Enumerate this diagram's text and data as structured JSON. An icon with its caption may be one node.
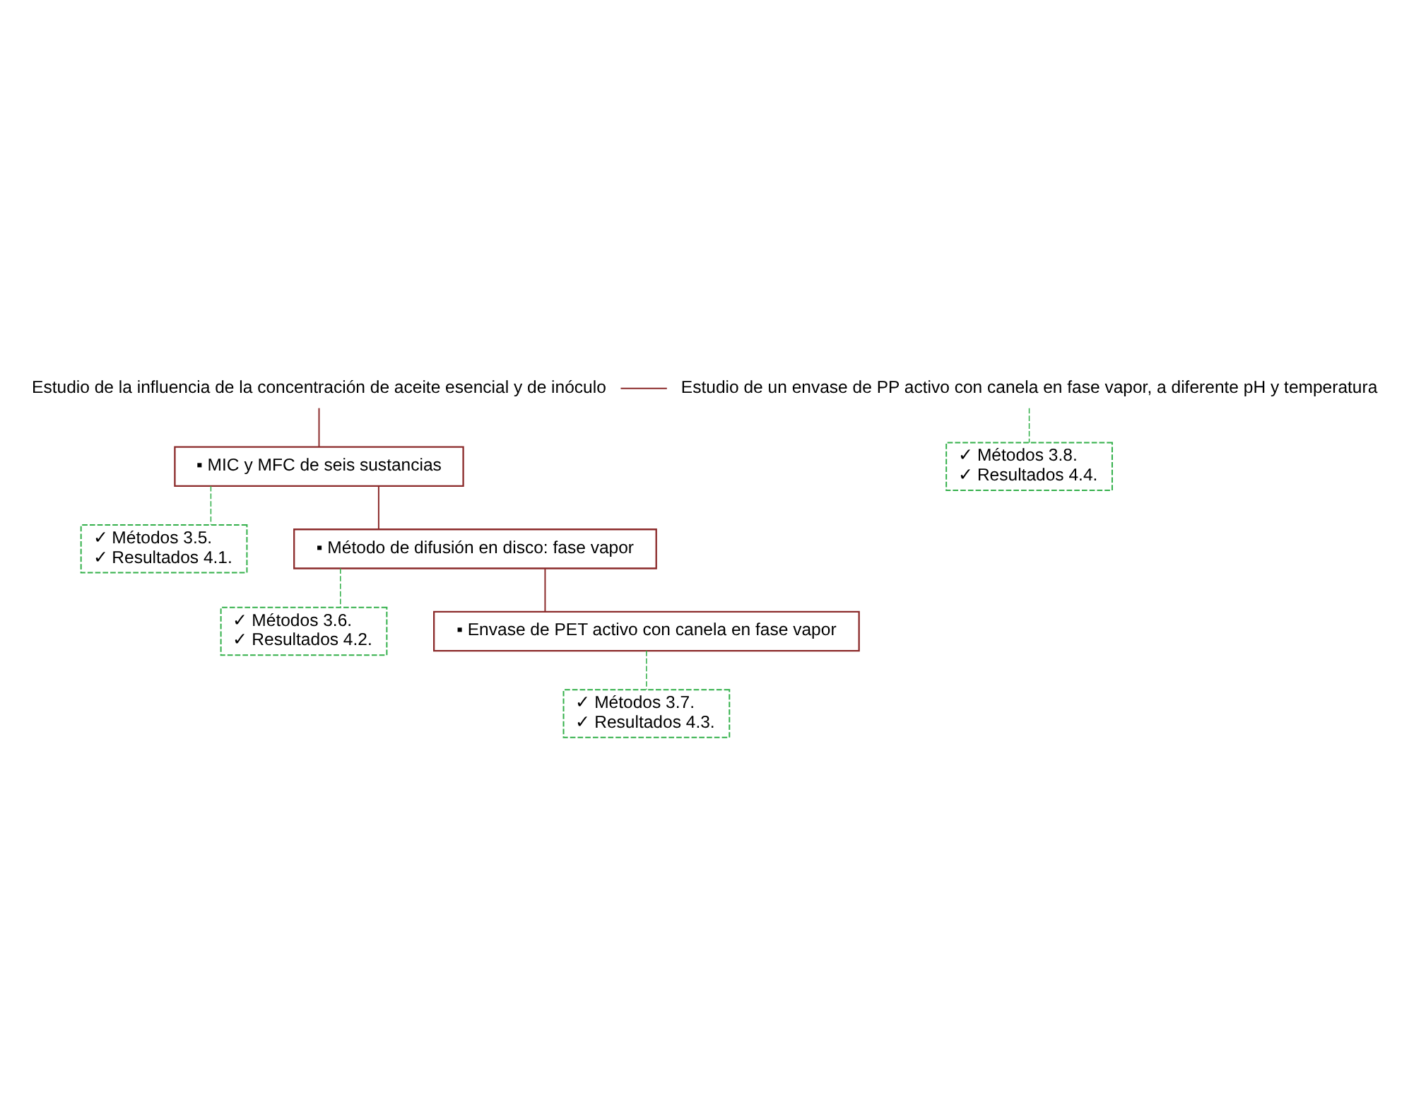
{
  "diagram": {
    "nodes": [
      {
        "text": [
          "Estudio de la influencia de la concentración de aceite esencial y de inóculo"
        ]
      },
      {
        "text": [
          "Estudio de un envase de PP activo con canela en fase vapor, a diferente pH y temperatura"
        ]
      },
      {
        "text": [
          "▪ MIC y MFC de seis sustancias"
        ]
      },
      {
        "text": [
          "✓ Métodos 3.5.",
          "✓ Resultados 4.1."
        ]
      },
      {
        "text": [
          "▪ Método de difusión en disco: fase vapor"
        ]
      },
      {
        "text": [
          "✓ Métodos 3.6.",
          "✓ Resultados 4.2."
        ]
      },
      {
        "text": [
          "▪ Envase de PET activo con canela en fase vapor"
        ]
      },
      {
        "text": [
          "✓ Métodos 3.7.",
          "✓ Resultados 4.3."
        ]
      },
      {
        "text": [
          "✓ Métodos 3.8.",
          "✓ Resultados 4.4."
        ]
      }
    ],
    "edges": [
      {
        "from": 0,
        "to": 1,
        "arrow": "none"
      },
      {
        "from": 0,
        "to": 2,
        "arrow": "none"
      },
      {
        "from": 2,
        "to": 3,
        "arrow": "none",
        "style": "dashed",
        "color": "#33b04a"
      },
      {
        "from": 2,
        "to": 4,
        "arrow": "none"
      },
      {
        "from": 4,
        "to": 5,
        "arrow": "none",
        "style": "dashed",
        "color": "#33b04a"
      },
      {
        "from": 4,
        "to": 6,
        "arrow": "none"
      },
      {
        "from": 6,
        "to": 7,
        "arrow": "none",
        "style": "dashed",
        "color": "#33b04a"
      },
      {
        "from": 1,
        "to": 8,
        "arrow": "none",
        "style": "dashed",
        "color": "#33b04a"
      }
    ]
  }
}
